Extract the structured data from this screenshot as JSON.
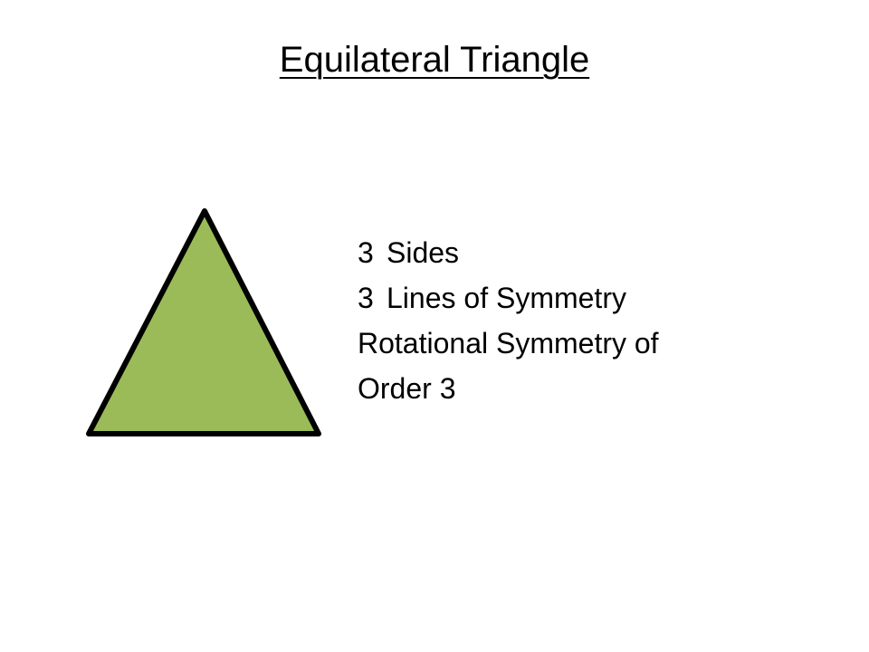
{
  "title": "Equilateral Triangle",
  "shape": {
    "icon": "equilateral-triangle-icon",
    "fill_color": "#9bbb59",
    "stroke_color": "#000000"
  },
  "facts": {
    "sides": {
      "number": "3",
      "label": "Sides"
    },
    "symmetry": {
      "number": "3",
      "label": "Lines of Symmetry"
    },
    "rotation": {
      "line1": "Rotational Symmetry of",
      "line2": "Order 3"
    }
  }
}
